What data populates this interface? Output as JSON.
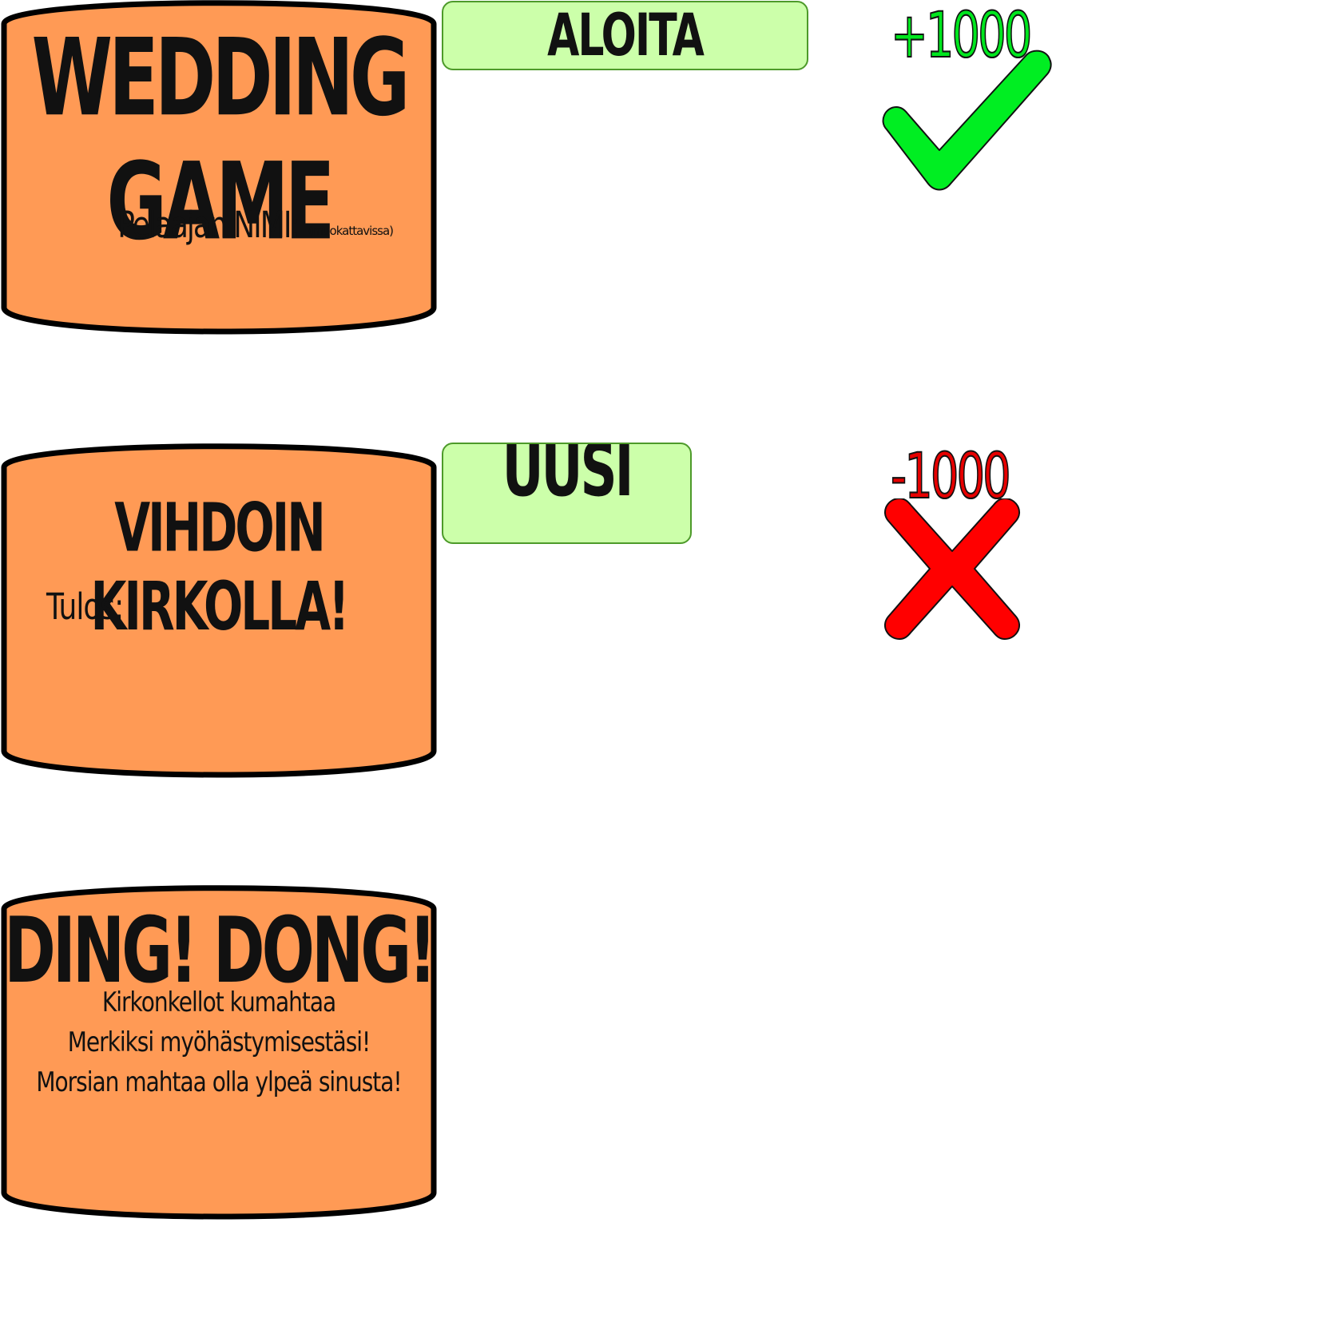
{
  "start_screen": {
    "title": "WEDDING GAME",
    "player_name_label": "Pelaajan NIMI:",
    "player_name_note": "(muokattavissa)"
  },
  "end_screen": {
    "title": "VIHDOIN KIRKOLLA!",
    "result_label": "Tulos:"
  },
  "late_screen": {
    "title": "DING! DONG!",
    "lines": [
      "Kirkonkellot kumahtaa",
      "Merkiksi myöhästymisestäsi!",
      "Morsian mahtaa olla ylpeä sinusta!"
    ]
  },
  "buttons": {
    "start_label": "ALOITA",
    "new_game_label": "UUSI PELI"
  },
  "feedback": {
    "correct_score": "+1000",
    "wrong_score": "-1000",
    "correct_icon": "check-icon",
    "wrong_icon": "cross-icon"
  },
  "colors": {
    "panel_fill": "#ff9a55",
    "panel_stroke": "#000000",
    "button_fill": "#ccffaa",
    "button_stroke": "#4d9a2a",
    "correct": "#00e61e",
    "wrong": "#ff0000"
  }
}
